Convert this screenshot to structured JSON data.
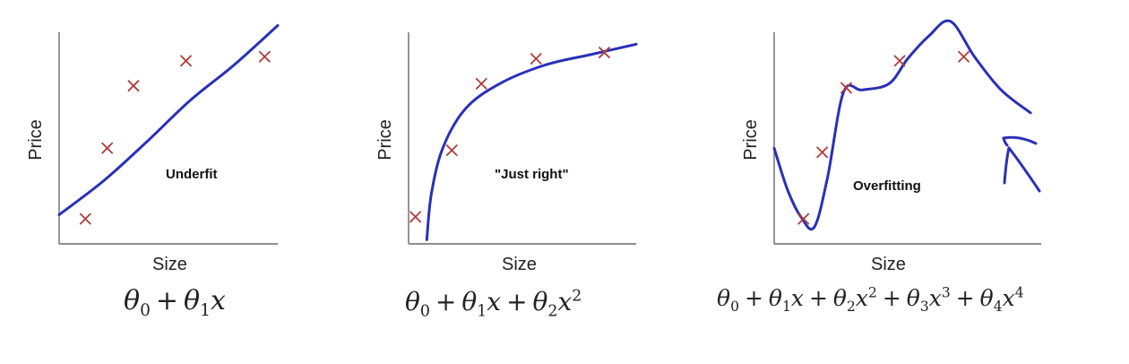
{
  "chart_data": [
    {
      "type": "scatter",
      "title": "",
      "xlabel": "Size",
      "ylabel": "Price",
      "annotation": "Underfit",
      "caption": [
        "θ0",
        "+",
        "θ1x"
      ],
      "xlim": [
        0,
        10
      ],
      "ylim": [
        0,
        10
      ],
      "grid": false,
      "points": [
        [
          1.2,
          1.2
        ],
        [
          2.2,
          4.6
        ],
        [
          3.4,
          7.6
        ],
        [
          5.8,
          8.8
        ],
        [
          9.4,
          9.0
        ]
      ],
      "fit": [
        [
          0,
          1.4
        ],
        [
          2,
          3.0
        ],
        [
          4,
          4.9
        ],
        [
          6,
          6.9
        ],
        [
          8,
          8.6
        ],
        [
          10,
          10.5
        ]
      ]
    },
    {
      "type": "scatter",
      "title": "",
      "xlabel": "Size",
      "ylabel": "Price",
      "annotation": "\"Just right\"",
      "caption": [
        "θ0",
        "+",
        "θ1x",
        "+",
        "θ2x2"
      ],
      "xlim": [
        0,
        10
      ],
      "ylim": [
        0,
        10
      ],
      "grid": false,
      "points": [
        [
          0.3,
          1.3
        ],
        [
          1.9,
          4.5
        ],
        [
          3.2,
          7.7
        ],
        [
          5.6,
          8.9
        ],
        [
          8.6,
          9.2
        ]
      ],
      "fit": [
        [
          0.8,
          0.2
        ],
        [
          1.0,
          2.4
        ],
        [
          1.5,
          4.6
        ],
        [
          2.5,
          6.5
        ],
        [
          4.0,
          7.7
        ],
        [
          6.0,
          8.6
        ],
        [
          8.0,
          9.1
        ],
        [
          10.0,
          9.6
        ]
      ]
    },
    {
      "type": "scatter",
      "title": "",
      "xlabel": "Size",
      "ylabel": "Price",
      "annotation": "Overfitting",
      "caption": [
        "θ0",
        "+",
        "θ1x",
        "+",
        "θ2x2",
        "+",
        "θ3x3",
        "+",
        "θ4x4"
      ],
      "xlim": [
        0,
        10
      ],
      "ylim": [
        0,
        10
      ],
      "grid": false,
      "points": [
        [
          1.1,
          1.2
        ],
        [
          1.8,
          4.4
        ],
        [
          2.7,
          7.5
        ],
        [
          4.7,
          8.8
        ],
        [
          7.1,
          9.0
        ]
      ],
      "fit": [
        [
          0,
          4.6
        ],
        [
          0.5,
          2.6
        ],
        [
          1.0,
          1.3
        ],
        [
          1.5,
          0.8
        ],
        [
          2.0,
          3.2
        ],
        [
          2.6,
          7.3
        ],
        [
          3.3,
          7.4
        ],
        [
          4.3,
          7.7
        ],
        [
          5.0,
          8.9
        ],
        [
          5.8,
          10.0
        ],
        [
          6.6,
          10.7
        ],
        [
          7.5,
          9.0
        ],
        [
          8.5,
          7.4
        ],
        [
          9.6,
          6.3
        ]
      ]
    }
  ]
}
